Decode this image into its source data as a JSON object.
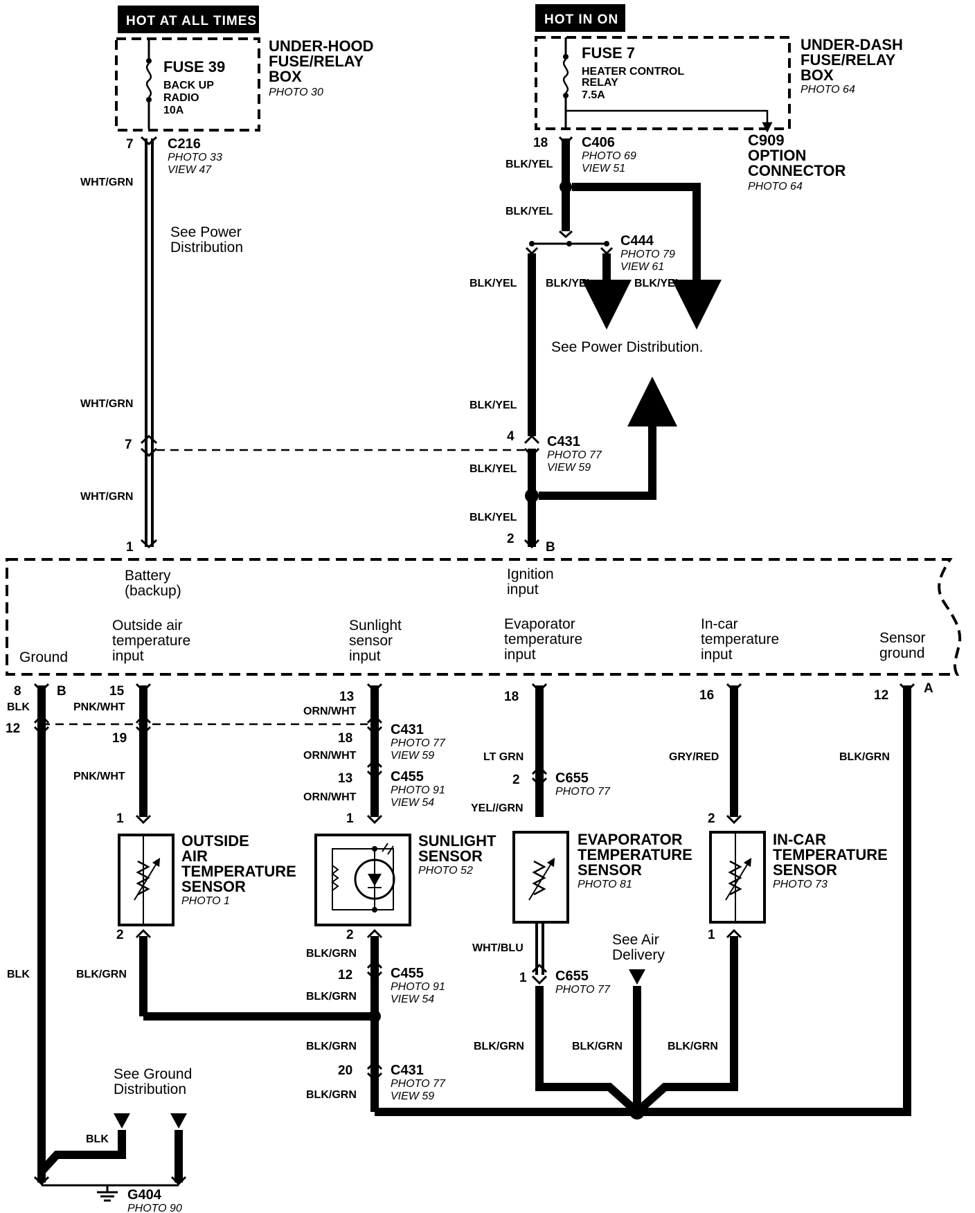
{
  "headers": {
    "hot_at_all_times": "HOT AT ALL TIMES",
    "hot_in_on": "HOT IN ON"
  },
  "underhood": {
    "fuse": "FUSE 39",
    "fuse_desc": [
      "BACK UP",
      "RADIO",
      "10A"
    ],
    "box": [
      "UNDER-HOOD",
      "FUSE/RELAY",
      "BOX"
    ],
    "photo": "PHOTO 30"
  },
  "underdash": {
    "fuse": "FUSE 7",
    "fuse_desc": [
      "HEATER CONTROL",
      "RELAY",
      "7.5A"
    ],
    "box": [
      "UNDER-DASH",
      "FUSE/RELAY",
      "BOX"
    ],
    "photo": "PHOTO 64"
  },
  "connectors": {
    "c216": {
      "name": "C216",
      "photo": "PHOTO 33",
      "view": "VIEW 47",
      "pin": "7"
    },
    "c406": {
      "name": "C406",
      "photo": "PHOTO 69",
      "view": "VIEW 51",
      "pin": "18"
    },
    "c909": {
      "name": "C909",
      "desc": [
        "OPTION",
        "CONNECTOR"
      ],
      "photo": "PHOTO 64"
    },
    "c444": {
      "name": "C444",
      "photo": "PHOTO 79",
      "view": "VIEW 61"
    },
    "c431_top": {
      "name": "C431",
      "photo": "PHOTO 77",
      "view": "VIEW 59",
      "pin_left": "7",
      "pin_right": "4"
    },
    "c431_mid": {
      "name": "C431",
      "photo": "PHOTO 77",
      "view": "VIEW 59"
    },
    "c455_top": {
      "name": "C455",
      "photo": "PHOTO 91",
      "view": "VIEW 54"
    },
    "c655_top": {
      "name": "C655",
      "photo": "PHOTO 77"
    },
    "c455_bot": {
      "name": "C455",
      "photo": "PHOTO 91",
      "view": "VIEW 54"
    },
    "c655_bot": {
      "name": "C655",
      "photo": "PHOTO 77"
    },
    "c431_bot": {
      "name": "C431",
      "photo": "PHOTO 77",
      "view": "VIEW 59"
    }
  },
  "wires": {
    "wht_grn": "WHT/GRN",
    "blk_yel": "BLK/YEL",
    "blk": "BLK",
    "pnk_wht": "PNK/WHT",
    "orn_wht": "ORN/WHT",
    "lt_grn": "LT GRN",
    "yel_grn": "YEL//GRN",
    "gry_red": "GRY/RED",
    "blk_grn": "BLK/GRN",
    "wht_blu": "WHT/BLU"
  },
  "notes": {
    "see_power_1": [
      "See Power",
      "Distribution"
    ],
    "see_power_2": "See Power Distribution.",
    "see_air": [
      "See Air",
      "Delivery"
    ],
    "see_ground": [
      "See Ground",
      "Distribution"
    ]
  },
  "unit": {
    "battery": [
      "Battery",
      "(backup)"
    ],
    "ignition": [
      "Ignition",
      "input"
    ],
    "ground": "Ground",
    "outside_air": [
      "Outside air",
      "temperature",
      "input"
    ],
    "sunlight": [
      "Sunlight",
      "sensor",
      "input"
    ],
    "evaporator": [
      "Evaporator",
      "temperature",
      "input"
    ],
    "incar": [
      "In-car",
      "temperature",
      "input"
    ],
    "sensor_ground": [
      "Sensor",
      "ground"
    ],
    "pin_labels": {
      "p1": "1",
      "p2": "2",
      "B_top": "B",
      "p8": "8",
      "B_left": "B",
      "p15": "15",
      "p13": "13",
      "p18": "18",
      "p16": "16",
      "p12": "12",
      "A": "A"
    }
  },
  "sensors": {
    "outside": {
      "name": [
        "OUTSIDE",
        "AIR",
        "TEMPERATURE",
        "SENSOR"
      ],
      "photo": "PHOTO 1"
    },
    "sunlight": {
      "name": [
        "SUNLIGHT",
        "SENSOR"
      ],
      "photo": "PHOTO 52"
    },
    "evaporator": {
      "name": [
        "EVAPORATOR",
        "TEMPERATURE",
        "SENSOR"
      ],
      "photo": "PHOTO 81"
    },
    "incar": {
      "name": [
        "IN-CAR",
        "TEMPERATURE",
        "SENSOR"
      ],
      "photo": "PHOTO 73"
    }
  },
  "pins": {
    "left_12": "12",
    "outside_19": "19",
    "outside_1": "1",
    "outside_2": "2",
    "sun_18": "18",
    "sun_13": "13",
    "sun_1": "1",
    "sun_2": "2",
    "sun_12": "12",
    "sun_20": "20",
    "evap_2": "2",
    "evap_1": "1",
    "incar_2": "2",
    "incar_1": "1"
  },
  "ground": {
    "name": "G404",
    "photo": "PHOTO 90"
  }
}
